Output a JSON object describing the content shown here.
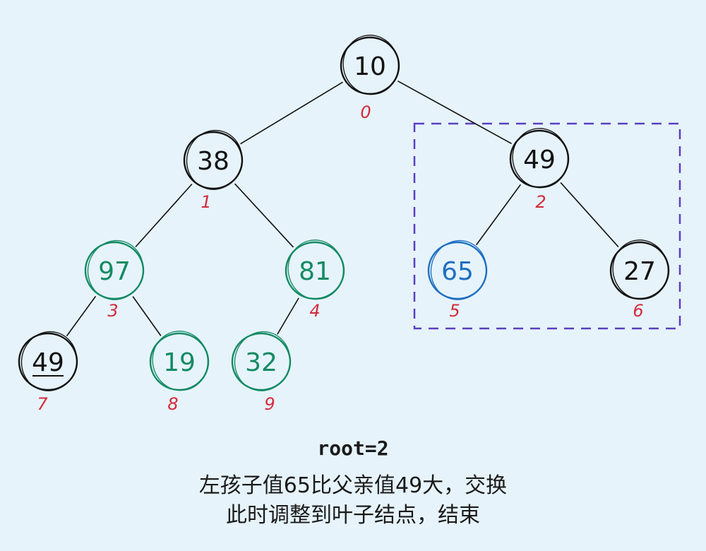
{
  "colors": {
    "background": "#e6f3fb",
    "ink": "#111111",
    "green": "#138a63",
    "blue": "#1f6fbf",
    "index_red": "#d42b3a",
    "box_purple": "#5a3fc0"
  },
  "nodes": [
    {
      "id": "n0",
      "value": "10",
      "index": "0",
      "color": "ink",
      "underline": false
    },
    {
      "id": "n1",
      "value": "38",
      "index": "1",
      "color": "ink",
      "underline": false
    },
    {
      "id": "n2",
      "value": "49",
      "index": "2",
      "color": "ink",
      "underline": false
    },
    {
      "id": "n3",
      "value": "97",
      "index": "3",
      "color": "green",
      "underline": false
    },
    {
      "id": "n4",
      "value": "81",
      "index": "4",
      "color": "green",
      "underline": false
    },
    {
      "id": "n5",
      "value": "65",
      "index": "5",
      "color": "blue",
      "underline": false
    },
    {
      "id": "n6",
      "value": "27",
      "index": "6",
      "color": "ink",
      "underline": false
    },
    {
      "id": "n7",
      "value": "49",
      "index": "7",
      "color": "ink",
      "underline": true
    },
    {
      "id": "n8",
      "value": "19",
      "index": "8",
      "color": "green",
      "underline": false
    },
    {
      "id": "n9",
      "value": "32",
      "index": "9",
      "color": "green",
      "underline": false
    }
  ],
  "edges": [
    [
      "n0",
      "n1"
    ],
    [
      "n0",
      "n2"
    ],
    [
      "n1",
      "n3"
    ],
    [
      "n1",
      "n4"
    ],
    [
      "n2",
      "n5"
    ],
    [
      "n2",
      "n6"
    ],
    [
      "n3",
      "n7"
    ],
    [
      "n3",
      "n8"
    ],
    [
      "n4",
      "n9"
    ]
  ],
  "caption": {
    "code": "root=2",
    "line1": "左孩子值65比父亲值49大，交换",
    "line2": "此时调整到叶子结点，结束"
  }
}
